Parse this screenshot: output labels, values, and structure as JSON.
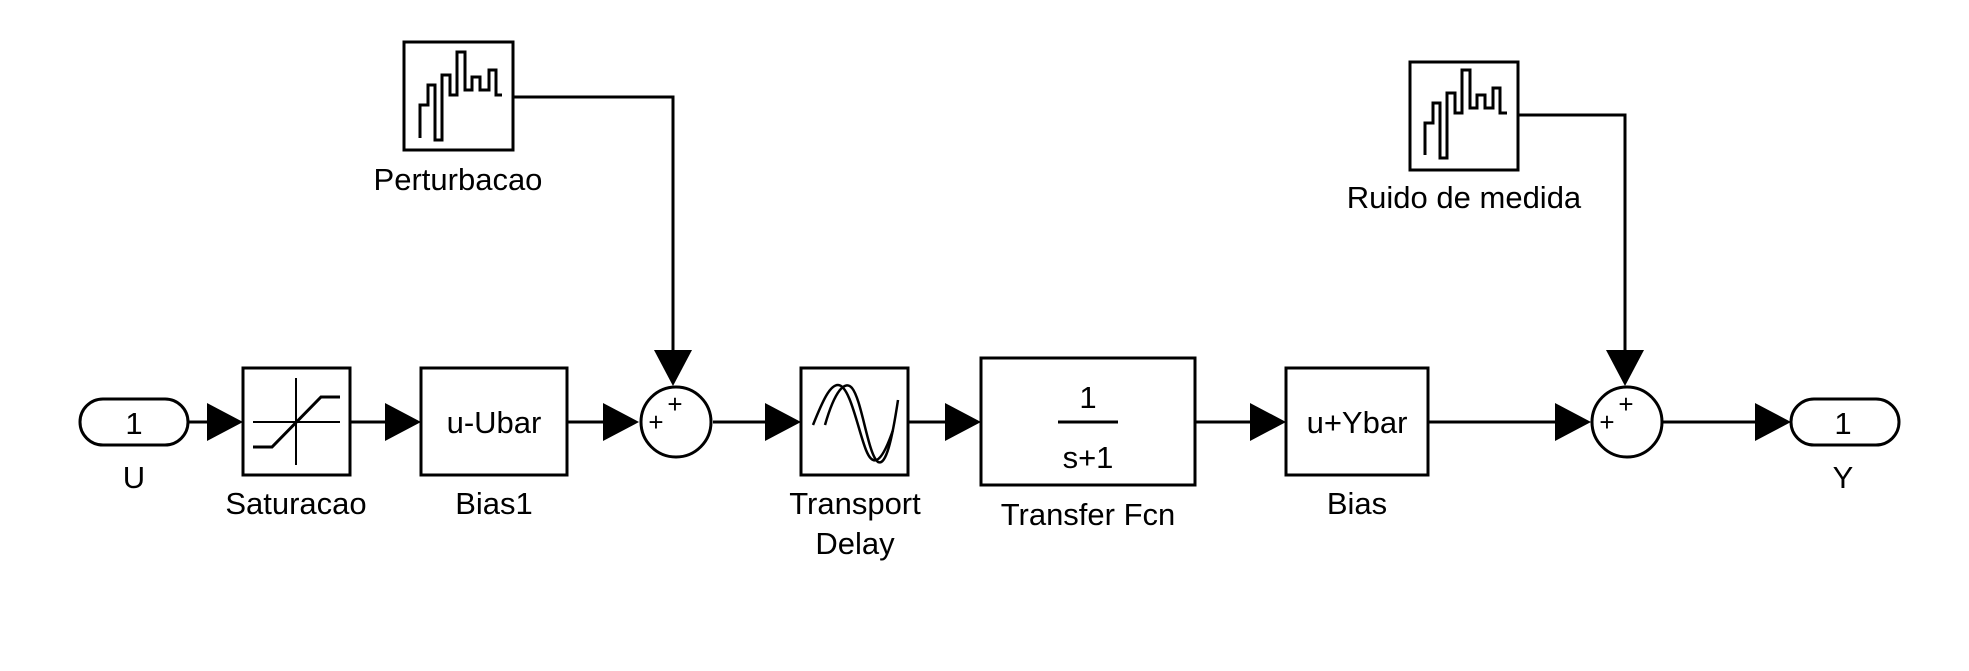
{
  "blocks": {
    "inport": {
      "number": "1",
      "label": "U"
    },
    "saturation": {
      "label": "Saturacao"
    },
    "bias1": {
      "expr": "u-Ubar",
      "label": "Bias1"
    },
    "disturbance": {
      "label": "Perturbacao"
    },
    "transport_delay": {
      "label_line1": "Transport",
      "label_line2": "Delay"
    },
    "transfer_fcn": {
      "numerator": "1",
      "denominator": "s+1",
      "label": "Transfer Fcn"
    },
    "bias": {
      "expr": "u+Ybar",
      "label": "Bias"
    },
    "noise": {
      "label": "Ruido de medida"
    },
    "outport": {
      "number": "1",
      "label": "Y"
    },
    "sum1": {
      "sign_left": "+",
      "sign_top": "+"
    },
    "sum2": {
      "sign_left": "+",
      "sign_top": "+"
    }
  }
}
